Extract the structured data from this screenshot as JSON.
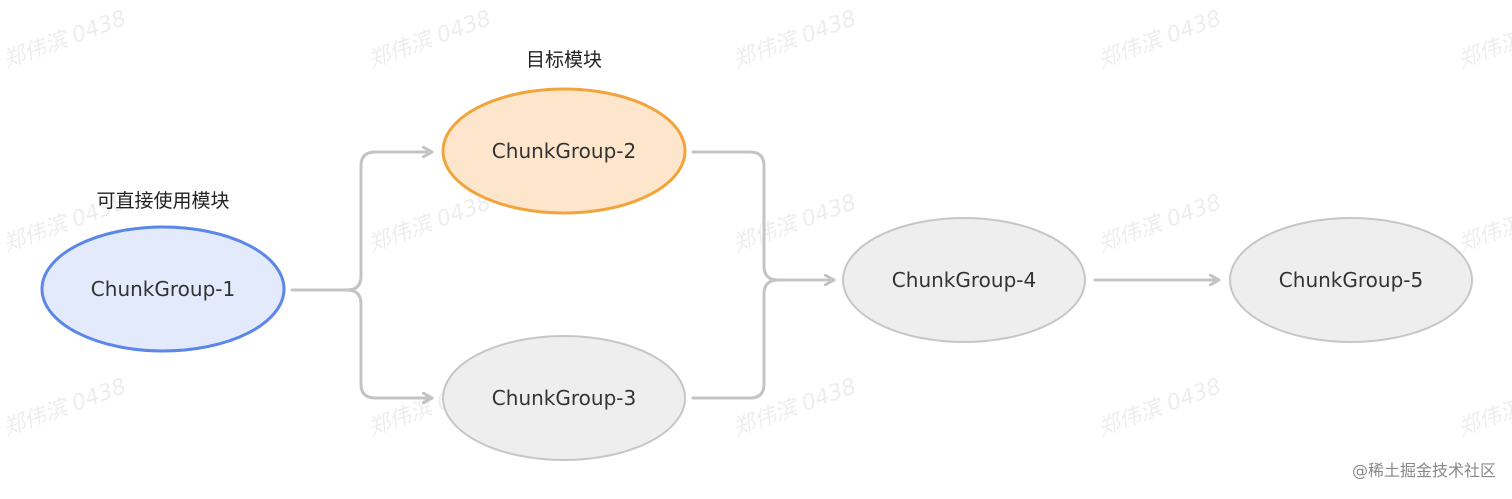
{
  "nodes": {
    "cg1": {
      "label": "ChunkGroup-1",
      "fill": "#e3eafb",
      "stroke": "#5b87e8"
    },
    "cg2": {
      "label": "ChunkGroup-2",
      "fill": "#fde6cc",
      "stroke": "#f2a43c"
    },
    "cg3": {
      "label": "ChunkGroup-3",
      "fill": "#eeeeee",
      "stroke": "#c6c6c6"
    },
    "cg4": {
      "label": "ChunkGroup-4",
      "fill": "#eeeeee",
      "stroke": "#c6c6c6"
    },
    "cg5": {
      "label": "ChunkGroup-5",
      "fill": "#eeeeee",
      "stroke": "#c6c6c6"
    }
  },
  "annotations": {
    "target_module": "目标模块",
    "direct_use_module": "可直接使用模块"
  },
  "edges": [
    {
      "from": "cg1",
      "to": "cg2"
    },
    {
      "from": "cg1",
      "to": "cg3"
    },
    {
      "from": "cg2",
      "to": "cg4"
    },
    {
      "from": "cg3",
      "to": "cg4"
    },
    {
      "from": "cg4",
      "to": "cg5"
    }
  ],
  "arrow_color": "#c4c4c4",
  "watermark": "郑伟滨 0438",
  "footer": "@稀土掘金技术社区"
}
